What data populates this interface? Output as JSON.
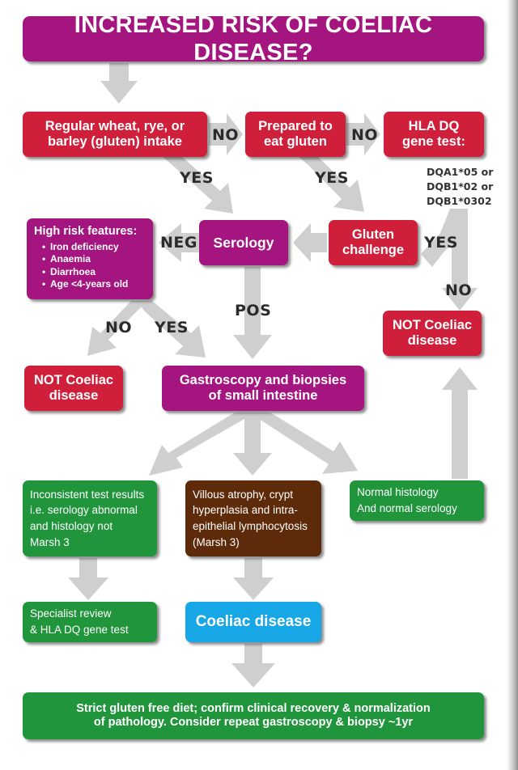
{
  "title": "INCREASED RISK OF COELIAC DISEASE?",
  "boxes": {
    "regular_intake": [
      "Regular wheat, rye, or",
      "barley (gluten) intake"
    ],
    "prepared": [
      "Prepared to",
      "eat gluten"
    ],
    "hla_test": [
      "HLA DQ",
      "gene test:"
    ],
    "high_risk_title": "High risk features:",
    "high_risk_items": [
      "Iron deficiency",
      "Anaemia",
      "Diarrhoea",
      "Age <4-years old"
    ],
    "serology": "Serology",
    "gluten_challenge": [
      "Gluten",
      "challenge"
    ],
    "not_coeliac_left": [
      "NOT Coeliac",
      "disease"
    ],
    "not_coeliac_right": [
      "NOT Coeliac",
      "disease"
    ],
    "gastroscopy": [
      "Gastroscopy and biopsies",
      "of small intestine"
    ],
    "inconsistent": [
      "Inconsistent test results",
      "i.e. serology abnormal",
      "and histology not",
      "Marsh 3"
    ],
    "villous": [
      "Villous atrophy, crypt",
      "hyperplasia and intra-",
      "epithelial lymphocytosis",
      "(Marsh 3)"
    ],
    "normal": [
      "Normal histology",
      "And normal serology"
    ],
    "specialist": [
      "Specialist review",
      "& HLA DQ gene test"
    ],
    "coeliac": "Coeliac disease",
    "diet": [
      "Strict gluten free diet; confirm clinical recovery & normalization",
      "of pathology. Consider repeat gastroscopy & biopsy ~1yr"
    ]
  },
  "gene_types": [
    "DQA1*05 or",
    "DQB1*02 or",
    "DQB1*0302"
  ],
  "labels": {
    "no1": "NO",
    "no2": "NO",
    "yes1": "YES",
    "yes2": "YES",
    "neg": "NEG",
    "yes3": "YES",
    "no3": "NO",
    "pos": "POS",
    "no4": "NO",
    "yes4": "YES"
  },
  "colors": {
    "magenta": "#a4157f",
    "red": "#cf1f3b",
    "green": "#21953c",
    "brown": "#5e2b0a",
    "blue": "#18a7e6",
    "arrow": "#cfcfcf"
  }
}
